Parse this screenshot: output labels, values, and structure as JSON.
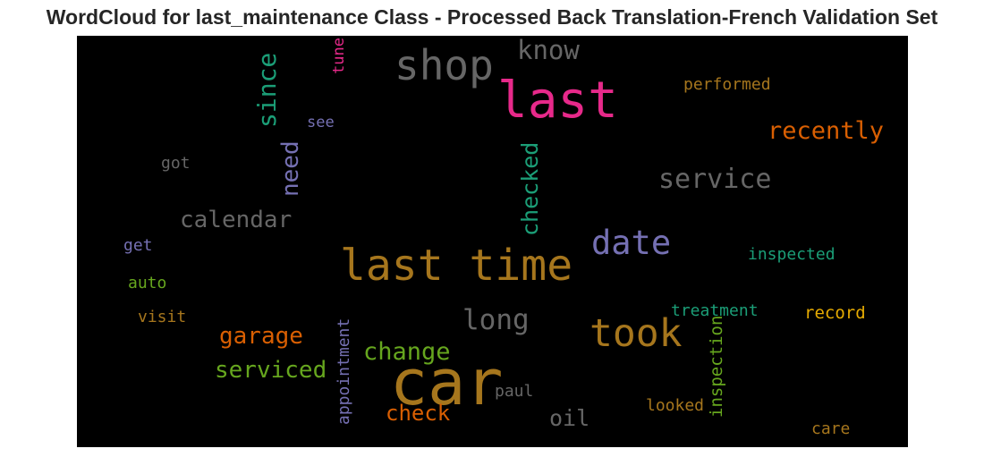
{
  "title": "WordCloud for last_maintenance Class - Processed Back Translation-French Validation Set",
  "words": {
    "shop": {
      "text": "shop",
      "color": "#666666"
    },
    "know": {
      "text": "know",
      "color": "#666666"
    },
    "last": {
      "text": "last",
      "color": "#e7298a"
    },
    "performed": {
      "text": "performed",
      "color": "#a6761d"
    },
    "tune": {
      "text": "tune",
      "color": "#e7298a"
    },
    "since": {
      "text": "since",
      "color": "#1b9e77"
    },
    "see": {
      "text": "see",
      "color": "#7570b3"
    },
    "recently": {
      "text": "recently",
      "color": "#d95f02"
    },
    "need": {
      "text": "need",
      "color": "#7570b3"
    },
    "got": {
      "text": "got",
      "color": "#666666"
    },
    "checked": {
      "text": "checked",
      "color": "#1b9e77"
    },
    "service": {
      "text": "service",
      "color": "#666666"
    },
    "calendar": {
      "text": "calendar",
      "color": "#666666"
    },
    "date": {
      "text": "date",
      "color": "#7570b3"
    },
    "get": {
      "text": "get",
      "color": "#7570b3"
    },
    "last_time": {
      "text": "last time",
      "color": "#a6761d"
    },
    "inspected": {
      "text": "inspected",
      "color": "#1b9e77"
    },
    "auto": {
      "text": "auto",
      "color": "#66a61e"
    },
    "treatment": {
      "text": "treatment",
      "color": "#1b9e77"
    },
    "visit": {
      "text": "visit",
      "color": "#a6761d"
    },
    "long": {
      "text": "long",
      "color": "#666666"
    },
    "record": {
      "text": "record",
      "color": "#e6ab02"
    },
    "took": {
      "text": "took",
      "color": "#a6761d"
    },
    "garage": {
      "text": "garage",
      "color": "#d95f02"
    },
    "appointment": {
      "text": "appointment",
      "color": "#7570b3"
    },
    "change": {
      "text": "change",
      "color": "#66a61e"
    },
    "inspection": {
      "text": "inspection",
      "color": "#66a61e"
    },
    "serviced": {
      "text": "serviced",
      "color": "#66a61e"
    },
    "car": {
      "text": "car",
      "color": "#a6761d"
    },
    "paul": {
      "text": "paul",
      "color": "#666666"
    },
    "check": {
      "text": "check",
      "color": "#d95f02"
    },
    "looked": {
      "text": "looked",
      "color": "#a6761d"
    },
    "oil": {
      "text": "oil",
      "color": "#666666"
    },
    "care": {
      "text": "care",
      "color": "#a6761d"
    }
  }
}
